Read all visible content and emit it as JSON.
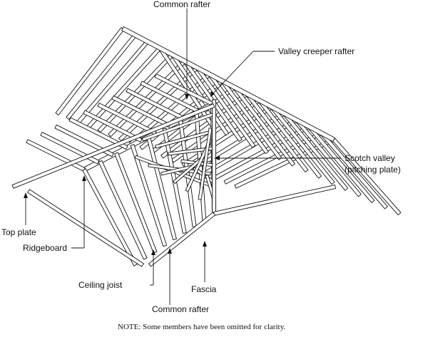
{
  "labels": {
    "common_rafter_top": "Common rafter",
    "valley_creeper_rafter": "Valley creeper rafter",
    "scotch_valley_line1": "Scotch valley",
    "scotch_valley_line2": "(pitching plate)",
    "top_plate": "Top plate",
    "ridgeboard": "Ridgeboard",
    "ceiling_joist": "Ceiling joist",
    "fascia": "Fascia",
    "common_rafter_bottom": "Common rafter"
  },
  "note": "NOTE:  Some members have been omitted for clarity."
}
